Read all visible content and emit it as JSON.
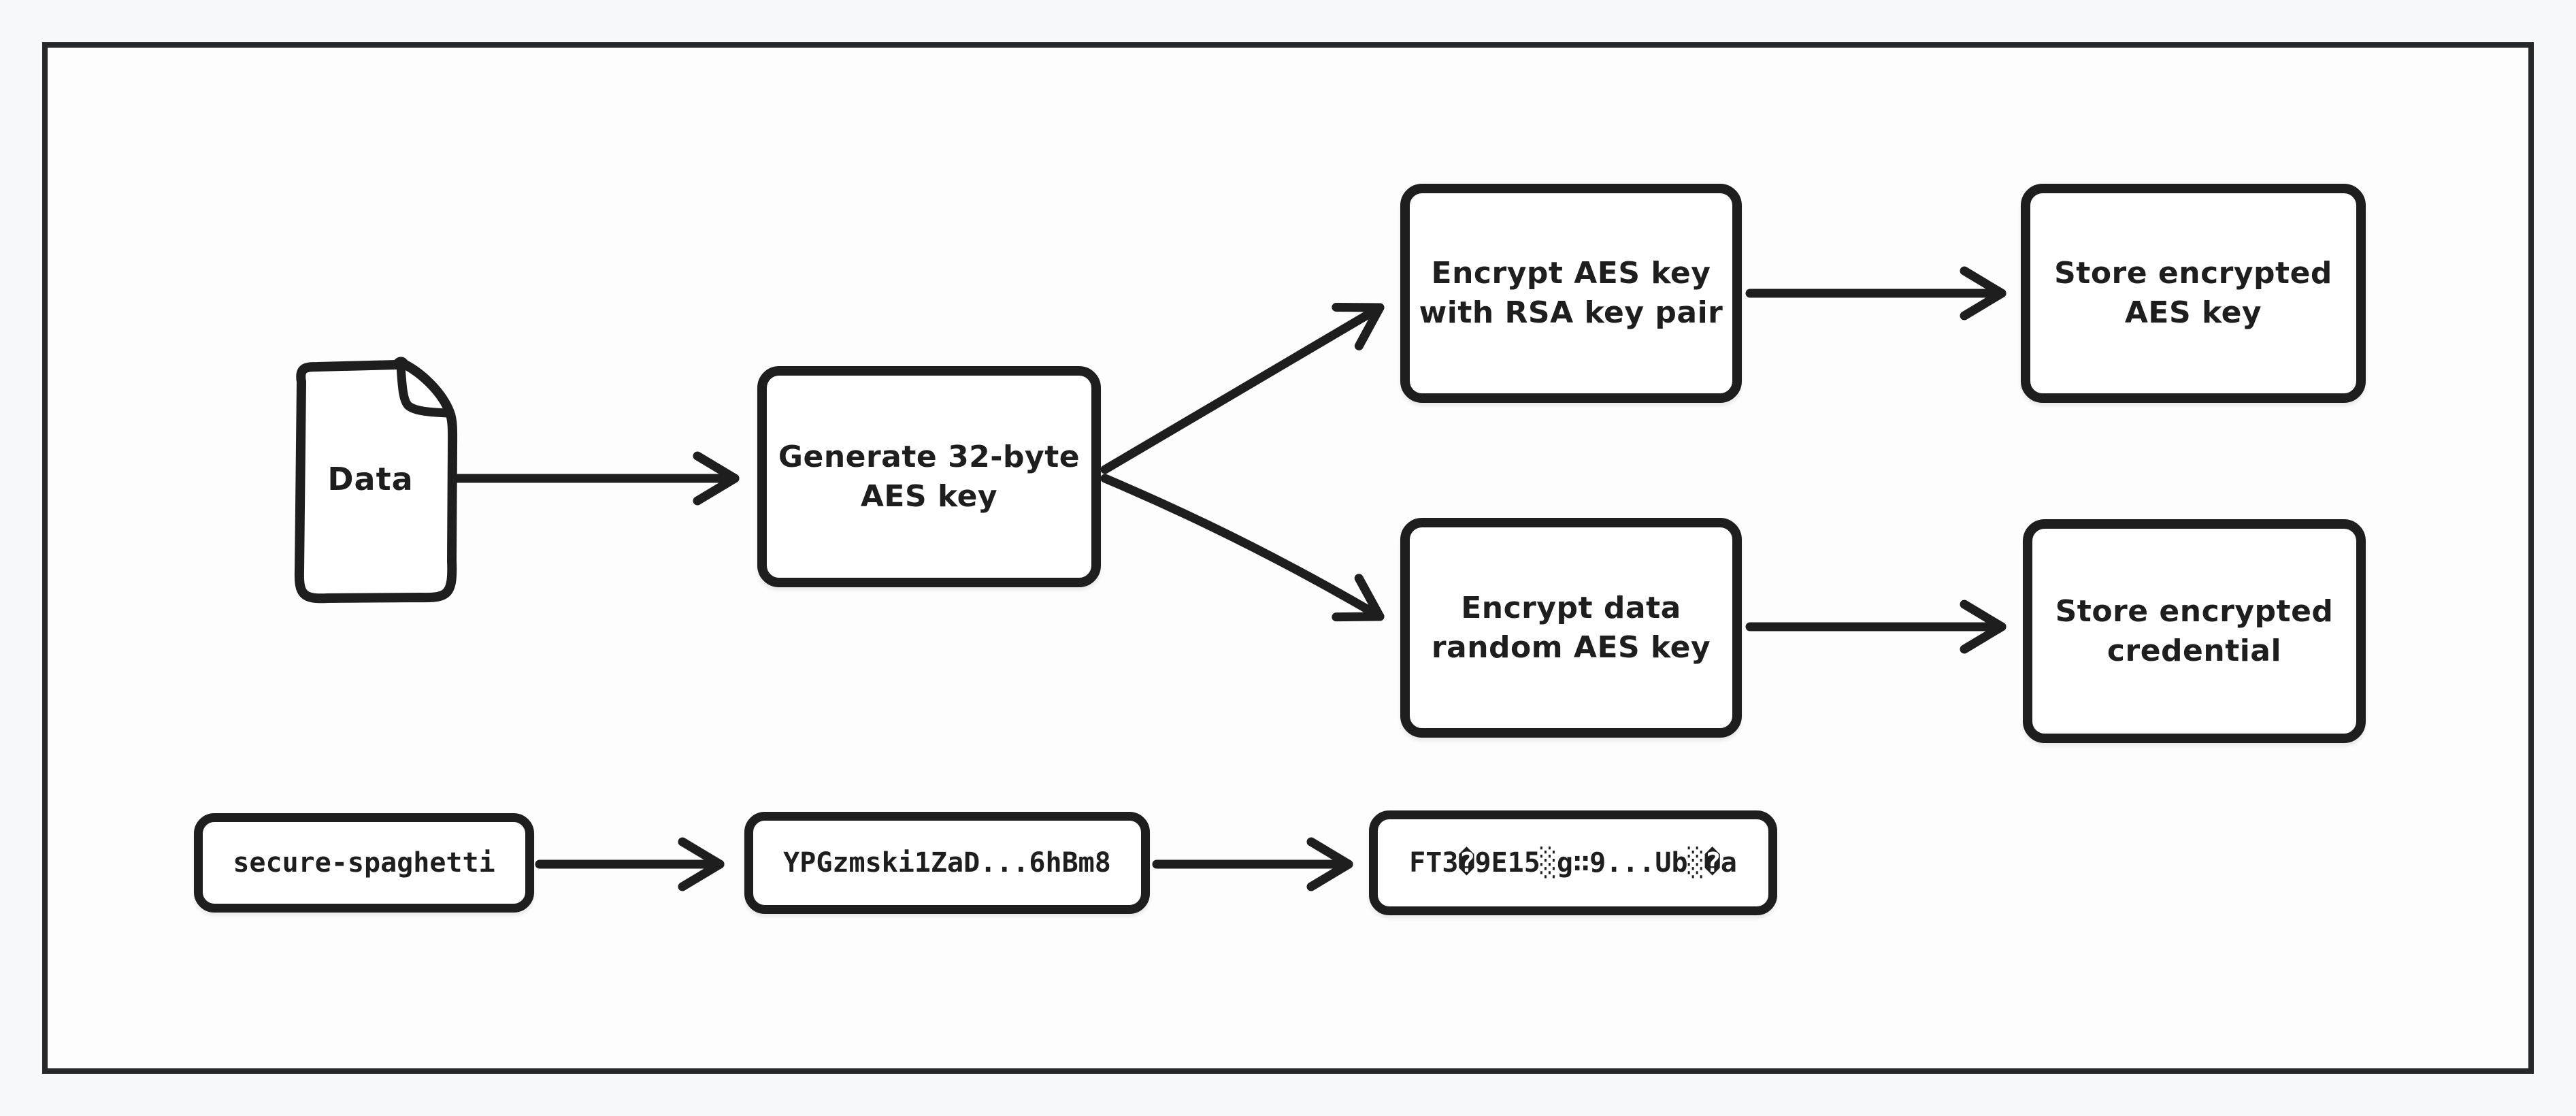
{
  "colors": {
    "page_background": "#f7f8fa",
    "canvas_background": "#fdfdfd",
    "frame_stroke": "#26282a",
    "stroke": "#1e1e1e",
    "node_fill": "#ffffff"
  },
  "nodes": {
    "data_document": {
      "label": "Data"
    },
    "generate_aes": {
      "line1": "Generate 32-byte",
      "line2": "AES key"
    },
    "encrypt_aes_rsa": {
      "line1": "Encrypt AES key",
      "line2": "with RSA key pair"
    },
    "store_aes": {
      "line1": "Store encrypted",
      "line2": "AES key"
    },
    "encrypt_data": {
      "line1": "Encrypt data",
      "line2": "random AES key"
    },
    "store_credential": {
      "line1": "Store encrypted",
      "line2": "credential"
    }
  },
  "example_flow": {
    "plaintext": "secure-spaghetti",
    "encoded_value": "YPGzmski1ZaD...6hBm8",
    "encrypted_value": "FT3�9E15░g∷9...Ub░�a"
  }
}
